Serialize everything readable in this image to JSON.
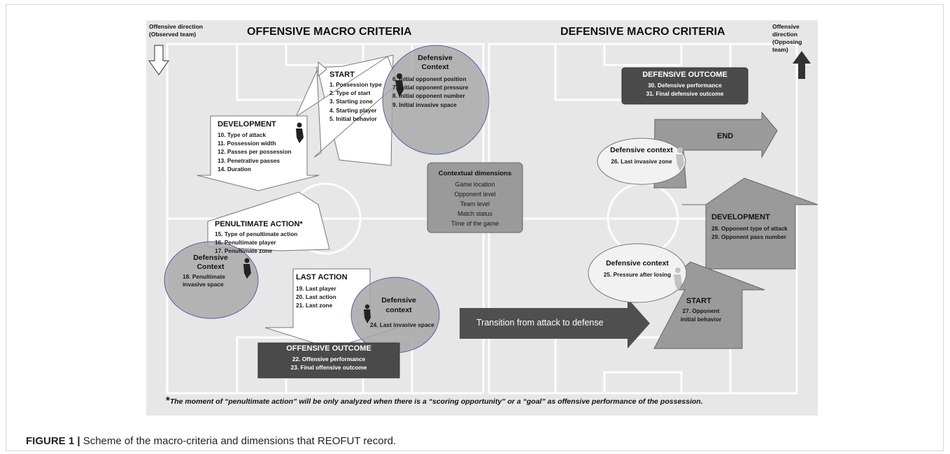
{
  "figure": {
    "offensive_title": "OFFENSIVE MACRO CRITERIA",
    "defensive_title": "DEFENSIVE MACRO CRITERIA",
    "left_direction": [
      "Offensive direction",
      "(Observed team)"
    ],
    "right_direction": [
      "Offensive direction",
      "(Opposing team)"
    ],
    "start": {
      "title": "START",
      "items": [
        "1.  Possession type",
        "2.  Type of start",
        "3.  Starting zone",
        "4.  Starting player",
        "5.  Initial behavior"
      ]
    },
    "defensive_context_start": {
      "title": [
        "Defensive",
        "Context"
      ],
      "items": [
        "6. Initial opponent position",
        "7. Initial opponent pressure",
        "8. Initial opponent number",
        "9. Initial invasive space"
      ]
    },
    "development": {
      "title": "DEVELOPMENT",
      "items": [
        "10. Type of attack",
        "11. Possession width",
        "12. Passes per possession",
        "13. Penetrative passes",
        "14. Duration"
      ]
    },
    "penultimate": {
      "title": "PENULTIMATE ACTION*",
      "items": [
        "15. Type of penultimate action",
        "16. Penultimate player",
        "17. Penultimate zone"
      ]
    },
    "defensive_context_penultimate": {
      "title": [
        "Defensive",
        "Context"
      ],
      "items": [
        "18. Penultimate",
        "invasive space"
      ]
    },
    "last_action": {
      "title": "LAST ACTION",
      "items": [
        "19. Last player",
        "20. Last action",
        "21. Last zone"
      ]
    },
    "defensive_context_last": {
      "title": [
        "Defensive",
        "context"
      ],
      "items": [
        "24. Last invasive space"
      ]
    },
    "offensive_outcome": {
      "title": "OFFENSIVE OUTCOME",
      "items": [
        "22. Offensive performance",
        "23. Final  offensive outcome"
      ]
    },
    "contextual": {
      "title": "Contextual dimensions",
      "items": [
        "Game location",
        "Opponent level",
        "Team level",
        "Match status",
        "Time of the game"
      ]
    },
    "transition": "Transition from attack to defense",
    "defensive_outcome": {
      "title": "DEFENSIVE OUTCOME",
      "items": [
        "30. Defensive performance",
        "31. Final defensive outcome"
      ]
    },
    "end_label": "END",
    "def_context_end": {
      "title": "Defensive context",
      "items": [
        "26. Last invasive zone"
      ]
    },
    "opp_development": {
      "title": "DEVELOPMENT",
      "items": [
        "28. Opponent type of attack",
        "29. Opponent pass number"
      ]
    },
    "def_context_loss": {
      "title": "Defensive context",
      "items": [
        "25. Pressure after losing"
      ]
    },
    "opp_start": {
      "title": "START",
      "items": [
        "27. Opponent",
        "initial behavior"
      ]
    },
    "footnote_mark": "*",
    "footnote": "The moment of “penultimate action” will be only analyzed when there is a “scoring opportunity” or a “goal” as offensive performance of the possession."
  },
  "caption": {
    "label": "FIGURE 1 |",
    "text": " Scheme of the macro-criteria and dimensions that REOFUT record."
  },
  "colors": {
    "pitch": "#e9e9e9",
    "dark_box": "#4f4f4f",
    "mid_gray": "#9a9a9a",
    "ellipse_gray": "#a8a8a8",
    "white": "#ffffff"
  }
}
